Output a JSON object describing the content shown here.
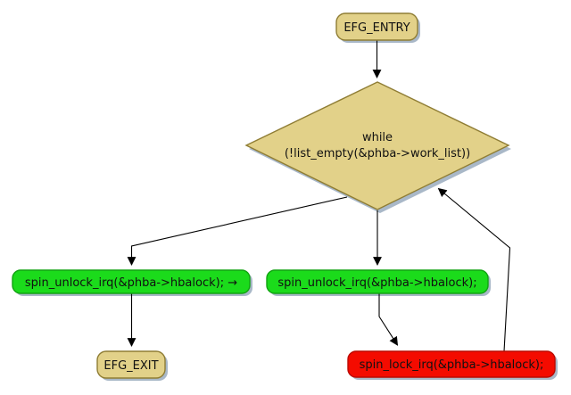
{
  "diagram": {
    "type": "control-flow-graph",
    "nodes": {
      "entry": {
        "label": "EFG_ENTRY"
      },
      "while_loop": {
        "label_line1": "while",
        "label_line2": "(!list_empty(&phba->work_list))"
      },
      "unlock_exit_path": {
        "label": "spin_unlock_irq(&phba->hbalock); →"
      },
      "unlock_loop_body": {
        "label": "spin_unlock_irq(&phba->hbalock);"
      },
      "exit": {
        "label": "EFG_EXIT"
      },
      "lock_loop_back": {
        "label": "spin_lock_irq(&phba->hbalock);"
      }
    },
    "edges": [
      {
        "from": "entry",
        "to": "while_loop"
      },
      {
        "from": "while_loop",
        "to": "unlock_exit_path"
      },
      {
        "from": "while_loop",
        "to": "unlock_loop_body"
      },
      {
        "from": "unlock_exit_path",
        "to": "exit"
      },
      {
        "from": "unlock_loop_body",
        "to": "lock_loop_back"
      },
      {
        "from": "lock_loop_back",
        "to": "while_loop"
      }
    ],
    "colors": {
      "background": "#ffffff",
      "node_fill": "#e2d189",
      "node_border": "#8f7d34",
      "action_fill": "#1bdb1b",
      "action_border": "#12a312",
      "lock_fill": "#f40b00",
      "lock_border": "#bb0a00",
      "shadow": "#a9b8c8",
      "edge": "#000000"
    }
  }
}
